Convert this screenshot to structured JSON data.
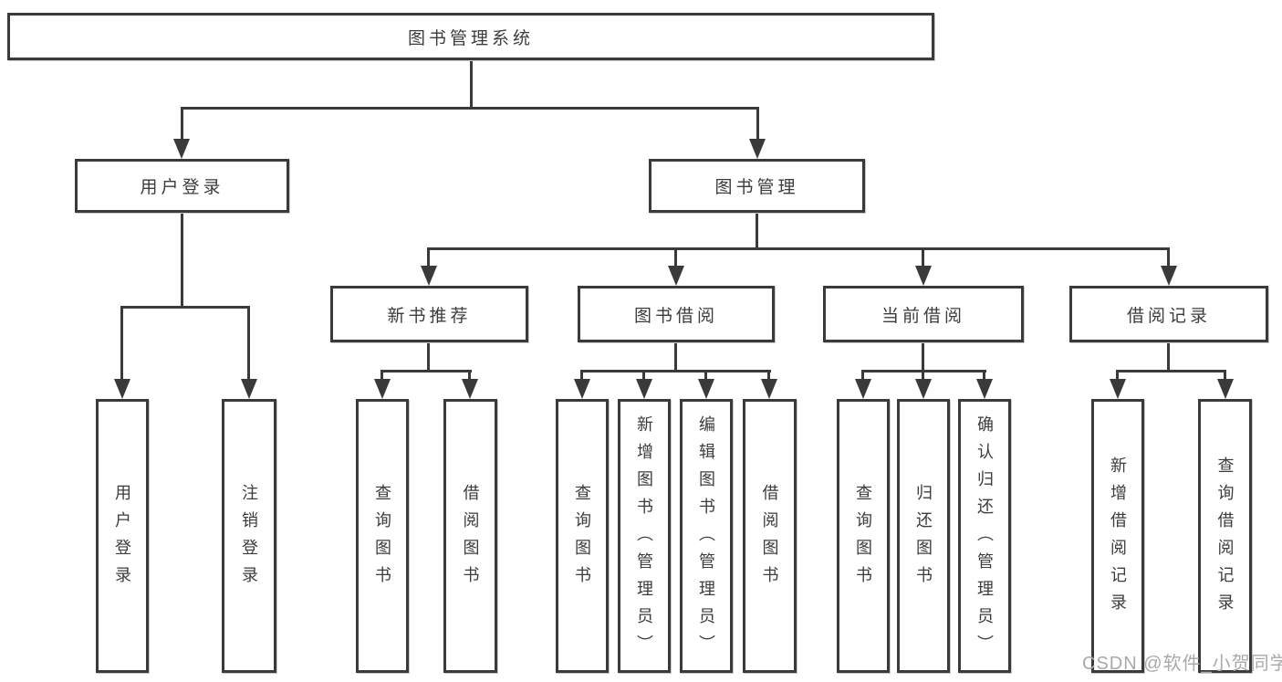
{
  "nodes": {
    "root": "图书管理系统",
    "user_login": "用户登录",
    "book_management": "图书管理",
    "new_book_recommend": "新书推荐",
    "book_borrow": "图书借阅",
    "current_borrow": "当前借阅",
    "borrow_records": "借阅记录",
    "leaf_user_login": "用户登录",
    "leaf_logout_login": "注销登录",
    "leaf_query_books_1": "查询图书",
    "leaf_borrow_books_1": "借阅图书",
    "leaf_query_books_2": "查询图书",
    "leaf_add_books_admin": "新增图书（管理员）",
    "leaf_edit_books_admin": "编辑图书（管理员）",
    "leaf_borrow_books_2": "借阅图书",
    "leaf_query_books_3": "查询图书",
    "leaf_return_books": "归还图书",
    "leaf_confirm_return_admin": "确认归还（管理员）",
    "leaf_add_borrow_record": "新增借阅记录",
    "leaf_query_borrow_record": "查询借阅记录"
  },
  "watermark": "CSDN @软件_小贺同学",
  "colors": {
    "line": "#3a3a3a",
    "text": "#3c3c3c",
    "watermark": "#a9a9a9",
    "background": "#ffffff"
  }
}
